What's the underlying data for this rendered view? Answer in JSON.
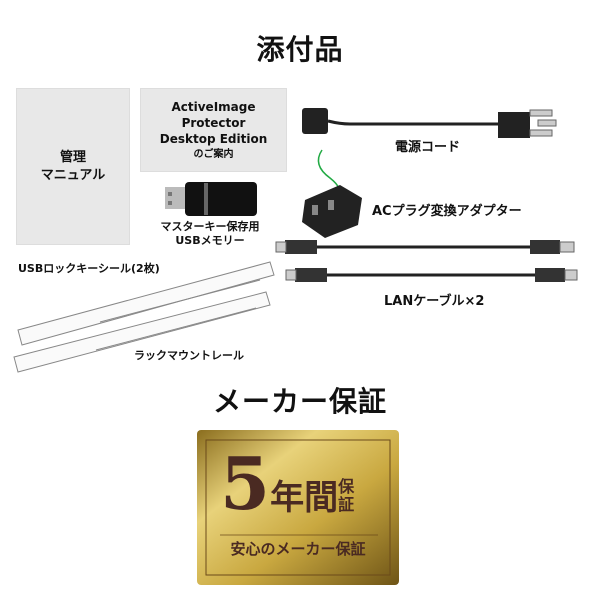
{
  "title": "添付品",
  "items": {
    "manual": [
      "管理",
      "マニュアル"
    ],
    "guide": [
      "ActiveImage Protector",
      "Desktop Edition",
      "のご案内"
    ],
    "usb": [
      "マスターキー保存用",
      "USBメモリー"
    ],
    "seal": "USBロックキーシール(2枚)",
    "rail": "ラックマウントレール",
    "power": "電源コード",
    "adapter": "ACプラグ変換アダプター",
    "lan": "LANケーブル×2"
  },
  "warranty": {
    "title": "メーカー保証",
    "years": "5",
    "unit": "年間",
    "hosho": "保証",
    "sub": "安心のメーカー保証"
  }
}
